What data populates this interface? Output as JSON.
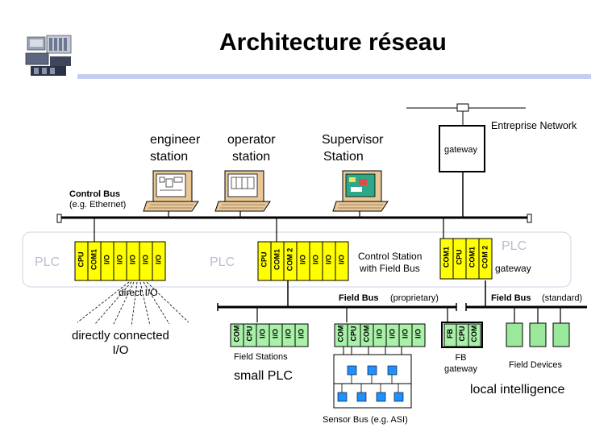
{
  "title": "Architecture réseau",
  "colors": {
    "plc_module": "#ffff00",
    "small_plc_module": "#a9f0a9",
    "field_device": "#9ae89a",
    "sensor": "#1e90ff",
    "title_rule": "#c7cdf0",
    "plc_region": "#b8bed2"
  },
  "labels": {
    "engineer_station": [
      "engineer",
      "station"
    ],
    "operator_station": [
      "operator",
      "station"
    ],
    "supervisor_station": [
      "Supervisor",
      "Station"
    ],
    "enterprise_network": "Entreprise Network",
    "gateway_top": "gateway",
    "control_bus": "Control Bus",
    "control_bus_sub": "(e.g. Ethernet)",
    "plc_left": "PLC",
    "plc_middle": "PLC",
    "plc_right": "PLC",
    "control_station": [
      "Control Station",
      "with Field Bus"
    ],
    "gateway_right": "gateway",
    "direct_io": "direct I/O",
    "directly_connected": [
      "directly connected",
      "I/O"
    ],
    "field_bus_proprietary": "Field Bus",
    "proprietary": "(proprietary)",
    "field_bus_standard": "Field Bus",
    "standard": "(standard)",
    "field_stations": "Field Stations",
    "small_plc": "small PLC",
    "fb_gateway": [
      "FB",
      "gateway"
    ],
    "field_devices": "Field Devices",
    "local_intelligence": "local intelligence",
    "sensor_bus": "Sensor Bus (e.g. ASI)"
  },
  "modules": {
    "plc_left": [
      "CPU",
      "COM1",
      "I/O",
      "I/O",
      "I/O",
      "I/O",
      "I/O"
    ],
    "plc_middle": [
      "CPU",
      "COM1",
      "COM 2",
      "I/O",
      "I/O",
      "I/O",
      "I/O"
    ],
    "plc_right": [
      "COM1",
      "CPU",
      "COM1",
      "COM 2"
    ],
    "field_station": [
      "COM",
      "CPU",
      "I/O",
      "I/O",
      "I/O",
      "I/O"
    ],
    "sensor_station": [
      "COM",
      "CPU",
      "COM",
      "I/O",
      "I/O",
      "I/O",
      "I/O"
    ],
    "fb_gateway": [
      "FB",
      "CPU",
      "COM"
    ]
  }
}
